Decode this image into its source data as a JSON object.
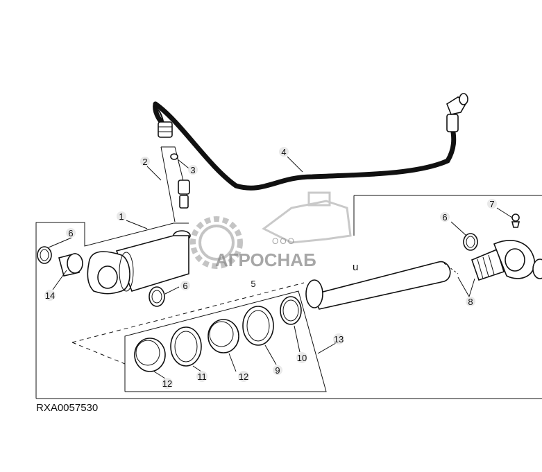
{
  "figure": {
    "reference_code": "RXA0057530",
    "callouts": {
      "c1": "1",
      "c2": "2",
      "c3": "3",
      "c4": "4",
      "c5": "5",
      "c6a": "6",
      "c6b": "6",
      "c6c": "6",
      "c7": "7",
      "c8": "8",
      "c9": "9",
      "c10": "10",
      "c11": "11",
      "c12a": "12",
      "c12b": "12",
      "c13": "13",
      "c14": "14"
    }
  },
  "watermark": {
    "brand": "АГРОСНАБ",
    "prefix": "ООО",
    "stray": "u"
  },
  "colors": {
    "line": "#111111",
    "watermark": "#8a8a8a",
    "background": "#ffffff"
  }
}
